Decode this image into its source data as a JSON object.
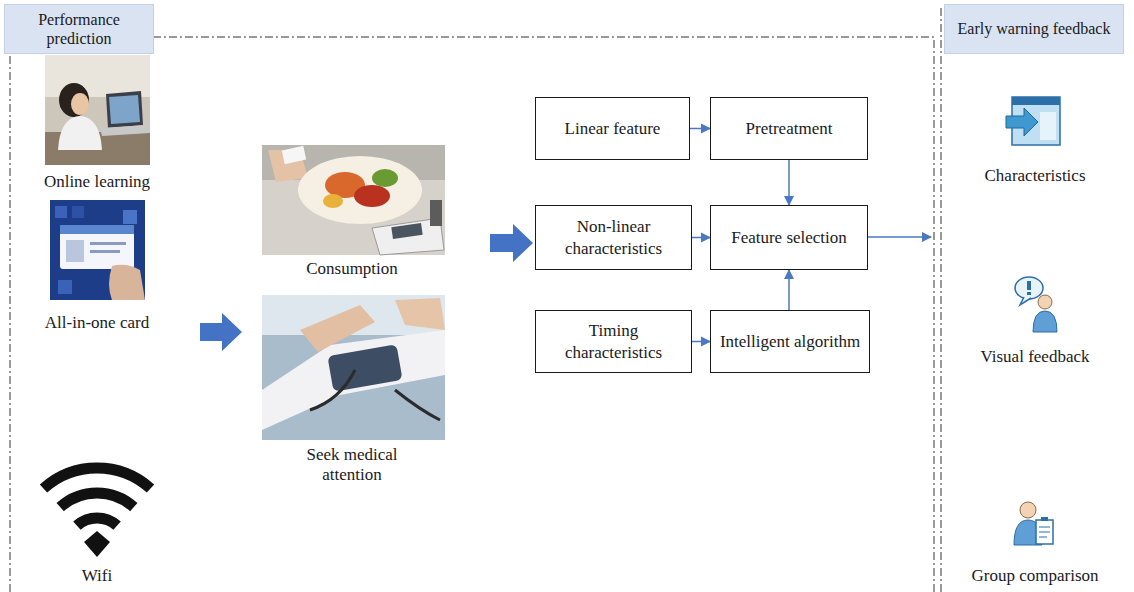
{
  "diagram": {
    "nodes": [
      {
        "text": [
          "Performance prediction"
        ]
      },
      {
        "text": [
          "Linear feature"
        ]
      },
      {
        "text": [
          "Pretreatment"
        ]
      },
      {
        "text": [
          "Non-linear characteristics"
        ]
      },
      {
        "text": [
          "Feature selection"
        ]
      },
      {
        "text": [
          "Timing characteristics"
        ]
      },
      {
        "text": [
          "Intelligent algorithm"
        ]
      },
      {
        "text": [
          "Early warning feedback"
        ]
      }
    ],
    "edges": [
      {
        "from": 1,
        "to": 2,
        "arrow": "to"
      },
      {
        "from": 2,
        "to": 4,
        "arrow": "to"
      },
      {
        "from": 3,
        "to": 4,
        "arrow": "to"
      },
      {
        "from": 5,
        "to": 6,
        "arrow": "to"
      },
      {
        "from": 6,
        "to": 4,
        "arrow": "to"
      }
    ],
    "labels": [
      "Online learning",
      "All-in-one card",
      "Wifi",
      "Consumption",
      "Seek medical attention",
      "Characteristics",
      "Visual feedback",
      "Group comparison"
    ]
  }
}
